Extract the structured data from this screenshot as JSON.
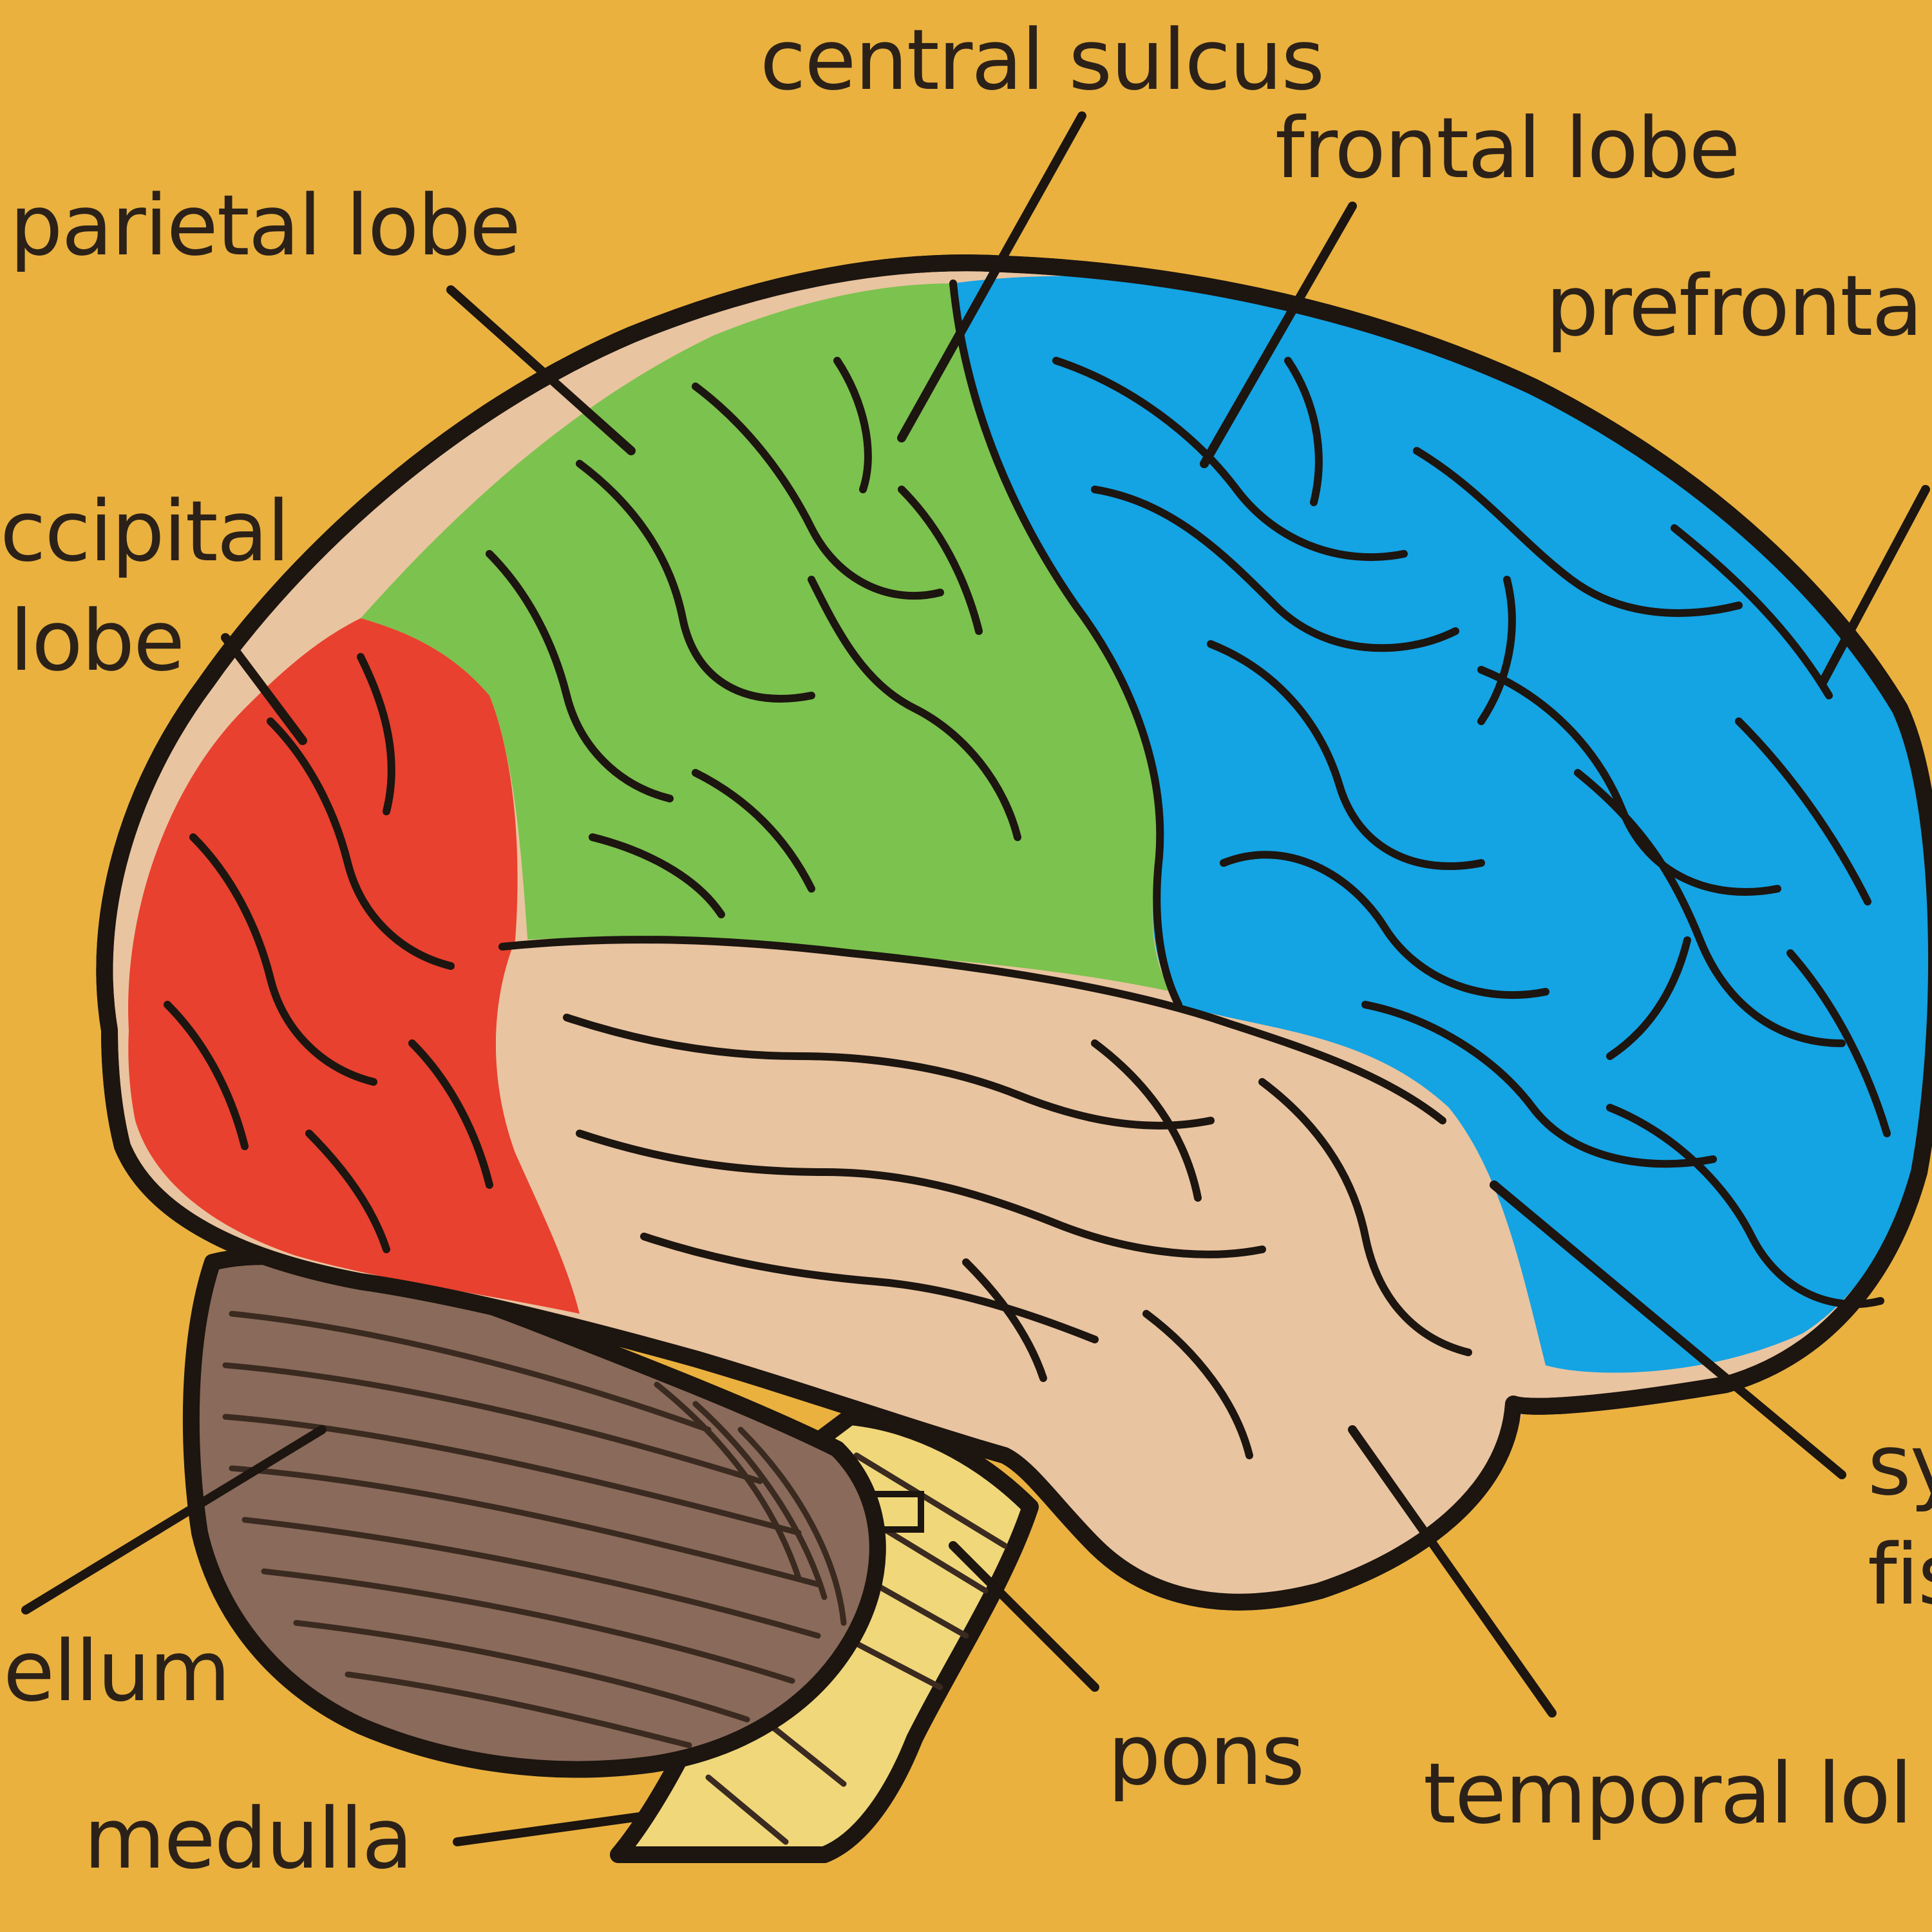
{
  "colors": {
    "background": "#EAB13F",
    "frontal": "#14A3E3",
    "parietal": "#7CC24E",
    "occipital": "#E8412F",
    "temporal": "#E9C4A0",
    "cerebellum": "#8A6A5A",
    "brainstem": "#F0D77A",
    "outline": "#1C1510"
  },
  "labels": {
    "central_sulcus": "central sulcus",
    "frontal_lobe": "frontal lobe",
    "parietal_lobe": "parietal lobe",
    "prefrontal": "prefronta",
    "occipital_line1": "ccipital",
    "occipital_line2": "lobe",
    "cerebellum": "ellum",
    "medulla": "medulla",
    "pons": "pons",
    "temporal_lobe": "temporal lol",
    "sylvian_line1": "sy",
    "sylvian_line2": "fis"
  }
}
